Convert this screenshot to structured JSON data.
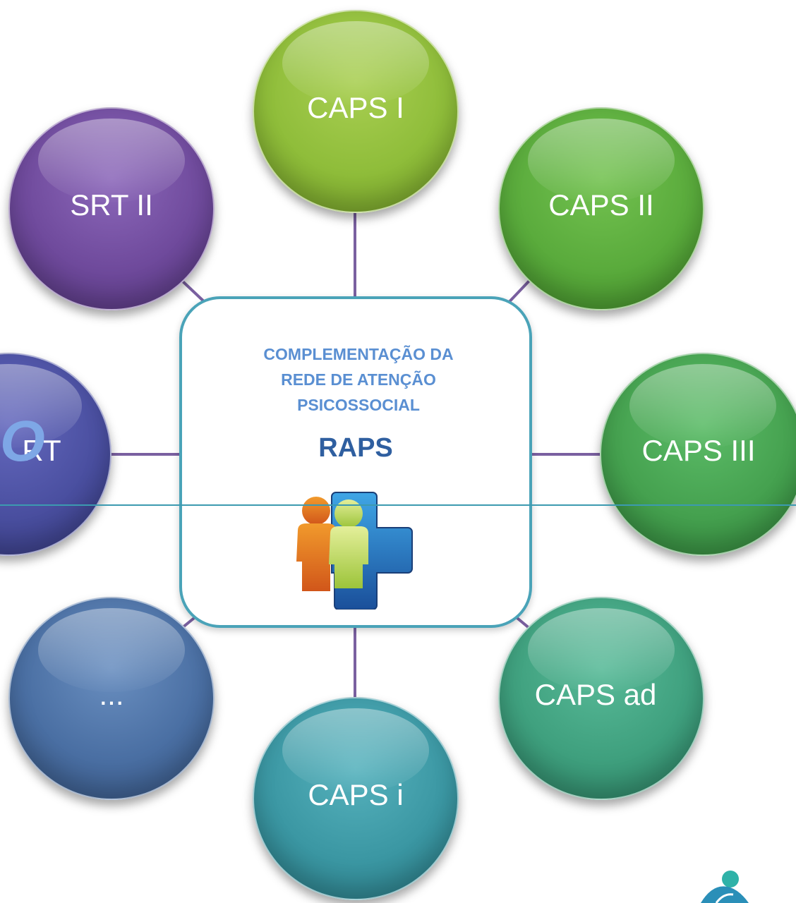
{
  "diagram": {
    "center": {
      "title": "COMPLEMENTAÇÃO DA REDE DE ATENÇÃO PSICOSSOCIAL",
      "title_lines": [
        "COMPLEMENTAÇÃO DA",
        "REDE DE ATENÇÃO",
        "PSICOSSOCIAL"
      ],
      "acronym": "RAPS",
      "icon": "people-medical-cross-icon",
      "border_color": "#4aa3b8",
      "title_color": "#5a8fd2",
      "acronym_color": "#2f5fa0"
    },
    "nodes": [
      {
        "id": "caps-i",
        "label": "CAPS I",
        "color": "#8fbd3a"
      },
      {
        "id": "caps-ii",
        "label": "CAPS II",
        "color": "#5aab3c"
      },
      {
        "id": "caps-iii",
        "label": "CAPS III",
        "color": "#45a14f"
      },
      {
        "id": "caps-ad",
        "label": "CAPS ad",
        "color": "#3fa07e"
      },
      {
        "id": "caps-i-infantil",
        "label": "CAPS i",
        "color": "#3b97a3"
      },
      {
        "id": "ellipsis",
        "label": "...",
        "color": "#4a6fa3"
      },
      {
        "id": "srt",
        "label": "RT",
        "color": "#4a4fa0"
      },
      {
        "id": "srt-ii",
        "label": "SRT II",
        "color": "#6f4a9c"
      }
    ],
    "overlay_text": "O",
    "connector_color": "#7a60a0",
    "corner_logo": "organization-logo-icon"
  }
}
